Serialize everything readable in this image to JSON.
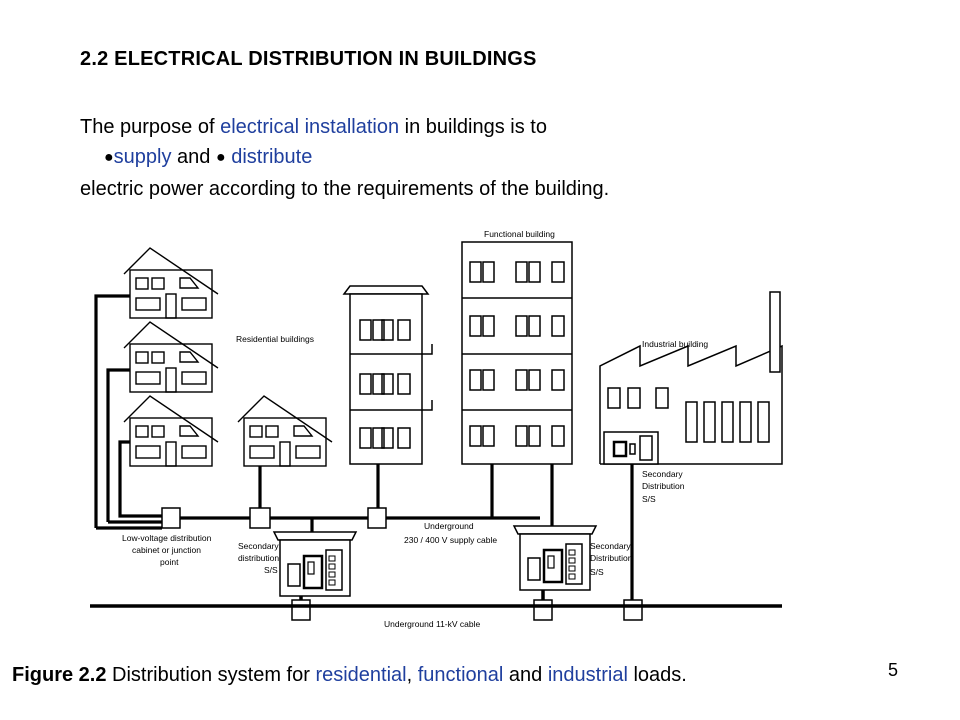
{
  "heading": "2.2  ELECTRICAL DISTRIBUTION IN BUILDINGS",
  "intro": {
    "line1_pre": "The purpose of ",
    "line1_link": "electrical installation",
    "line1_post": " in buildings is to",
    "bullet_glyph": "●",
    "item1": "supply",
    "and_text": " and ",
    "item2": "distribute",
    "line3": "electric  power  according to the requirements of the building."
  },
  "diagram": {
    "labels": {
      "residential": "Residential  buildings",
      "functional": "Functional building",
      "industrial": "Industrial building",
      "low_voltage_1": "Low-voltage distribution",
      "low_voltage_2": "cabinet or junction",
      "low_voltage_3": "point",
      "sec_left_1": "Secondary",
      "sec_left_2": "distribution",
      "sec_left_3": "S/S",
      "underground_supply_1": "Underground",
      "underground_supply_2": "230 / 400 V supply cable",
      "sec_mid_1": "Secondary",
      "sec_mid_2": "Distribution",
      "sec_mid_3": "S/S",
      "sec_right_1": "Secondary",
      "sec_right_2": "Distribution",
      "sec_right_3": "S/S",
      "underground_hv": "Underground 11-kV cable"
    }
  },
  "caption": {
    "figure_label": "Figure 2.2",
    "text1": " Distribution system for ",
    "link1": "residential",
    "text2": ", ",
    "link2": "functional",
    "text3": " and ",
    "link3": "industrial",
    "text4": " loads."
  },
  "page_number": "5",
  "colors": {
    "accent_blue": "#1f3f9e",
    "ink": "#000000"
  }
}
